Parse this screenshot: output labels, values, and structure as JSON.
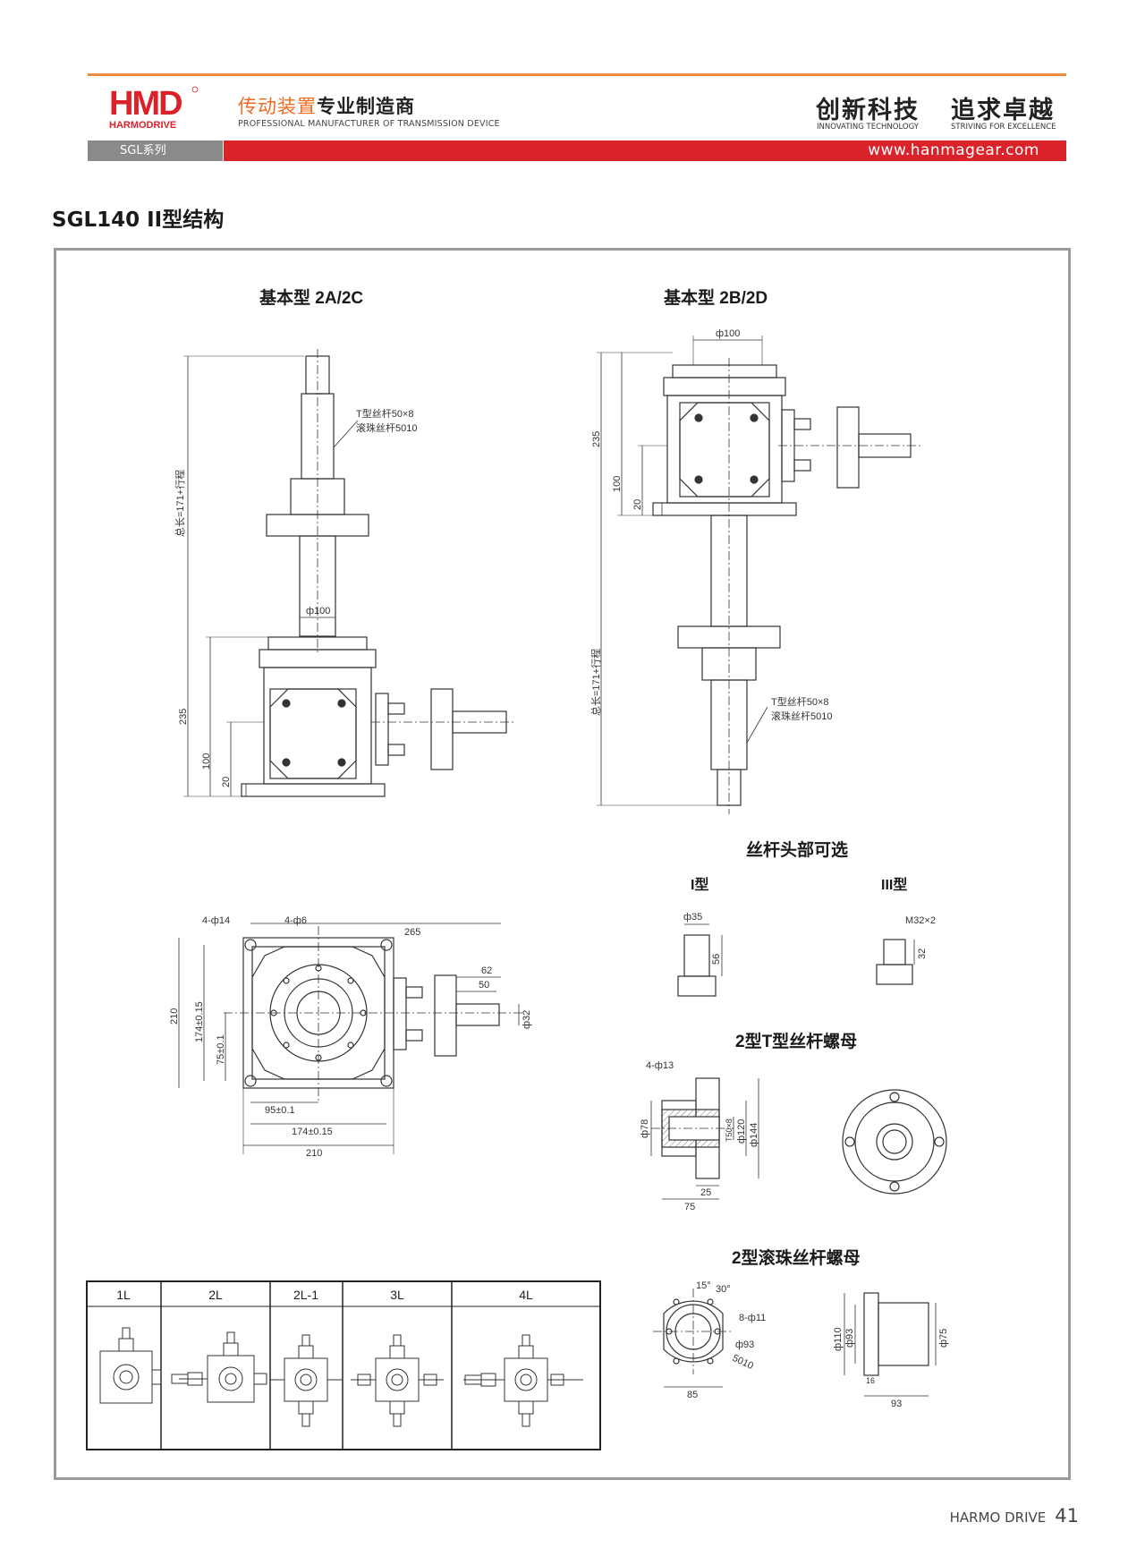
{
  "header": {
    "logo_text": "HMD",
    "logo_sub": "HARMODRIVE",
    "brand_zh_orange": "传动装置",
    "brand_zh_black": "专业制造商",
    "brand_en": "PROFESSIONAL MANUFACTURER OF TRANSMISSION DEVICE",
    "slogan_1": "创新科技",
    "slogan_2": "追求卓越",
    "slogan_1_en": "INNOVATING TECHNOLOGY",
    "slogan_2_en": "STRIVING FOR EXCELLENCE",
    "series": "SGL系列",
    "url": "www.hanmagear.com",
    "accent": "#d9222a",
    "orange": "#e98a3e"
  },
  "title": "SGL140 II型结构",
  "sections": {
    "basic_2a": "基本型 2A/2C",
    "basic_2b": "基本型 2B/2D",
    "screw_head": "丝杆头部可选",
    "type_i": "I型",
    "type_iii": "III型",
    "t_nut": "2型T型丝杆螺母",
    "ball_nut": "2型滚珠丝杆螺母"
  },
  "drawing_2a": {
    "screw_t": "T型丝杆50×8",
    "screw_ball": "滚珠丝杆5010",
    "total_len": "总长=171+行程",
    "d100": "ф100",
    "h235": "235",
    "h100": "100",
    "h20": "20"
  },
  "drawing_2b": {
    "d100": "ф100",
    "h235": "235",
    "h100": "100",
    "h20": "20",
    "total_len": "总长=171+行程",
    "screw_t": "T型丝杆50×8",
    "screw_ball": "滚珠丝杆5010"
  },
  "top_view": {
    "holes_14": "4-ф14",
    "holes_6": "4-ф6",
    "w265": "265",
    "w62": "62",
    "w50": "50",
    "d32": "ф32",
    "h210": "210",
    "h174": "174±0.15",
    "h75": "75±0.1",
    "w95": "95±0.1",
    "w174": "174±0.15",
    "w210": "210"
  },
  "screw_heads": {
    "i_d35": "ф35",
    "i_56": "56",
    "iii_m32": "M32×2",
    "iii_32": "32"
  },
  "t_nut_dims": {
    "holes": "4-ф13",
    "d78": "ф78",
    "thread": "T50×8",
    "d120": "ф120",
    "d144": "ф144",
    "l75": "75",
    "l25": "25"
  },
  "ball_nut_dims": {
    "a15": "15°",
    "a30": "30°",
    "holes": "8-ф11",
    "d93": "ф93",
    "model": "5010",
    "l85": "85",
    "d110": "ф110",
    "d93b": "ф93",
    "d75": "ф75",
    "l16": "16",
    "l93": "93"
  },
  "config_table": {
    "headers": [
      "1L",
      "2L",
      "2L-1",
      "3L",
      "4L"
    ]
  },
  "footer": {
    "brand": "HARMO DRIVE",
    "page": "41"
  }
}
